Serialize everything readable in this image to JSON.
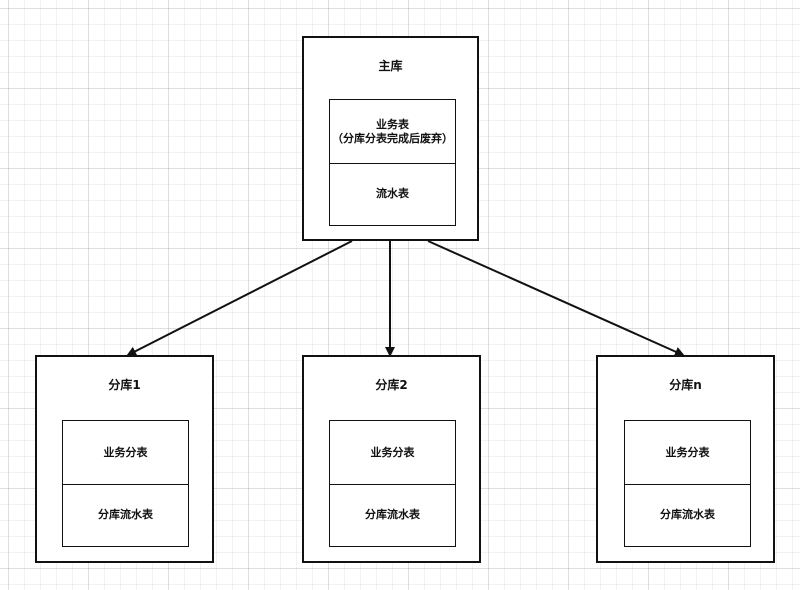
{
  "main_db": {
    "title": "主库",
    "table_1_line1": "业务表",
    "table_1_line2": "（分库分表完成后废弃）",
    "table_2": "流水表"
  },
  "shards": [
    {
      "title": "分库1",
      "table_1": "业务分表",
      "table_2": "分库流水表"
    },
    {
      "title": "分库2",
      "table_1": "业务分表",
      "table_2": "分库流水表"
    },
    {
      "title": "分库n",
      "table_1": "业务分表",
      "table_2": "分库流水表"
    }
  ],
  "colors": {
    "stroke": "#111111",
    "background": "#ffffff",
    "grid": "#c8c8d0"
  }
}
